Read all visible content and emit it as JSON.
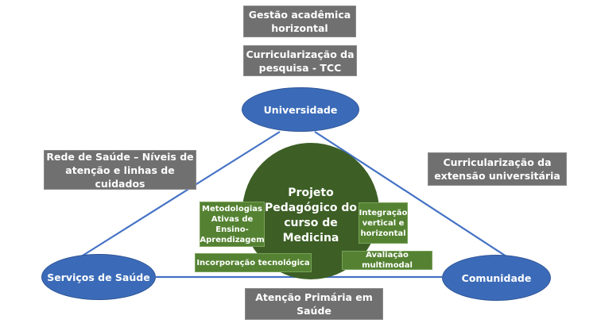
{
  "diagram": {
    "title_boxes": [
      {
        "id": "gestao",
        "lines": [
          "Gestão acadêmica",
          "horizontal"
        ]
      },
      {
        "id": "pesquisa",
        "lines": [
          "Curricularização da",
          "pesquisa - TCC"
        ]
      }
    ],
    "side_boxes": {
      "left": {
        "lines": [
          "Rede de Saúde – Níveis de",
          "atenção e linhas de cuidados"
        ]
      },
      "right": {
        "lines": [
          "Curricularização da",
          "extensão universitária"
        ]
      },
      "bottom": {
        "lines": [
          "Atenção Primária em",
          "Saúde"
        ]
      }
    },
    "nodes": {
      "top": "Universidade",
      "left": "Serviços de Saúde",
      "right": "Comunidade"
    },
    "center": {
      "lines": [
        "Projeto",
        "Pedagógico do",
        "curso de",
        "Medicina"
      ]
    },
    "components": {
      "metodologias": [
        "Metodologias",
        "Ativas de",
        "Ensino-",
        "Aprendizagem"
      ],
      "integracao": [
        "Integração",
        "vertical e",
        "horizontal"
      ],
      "incorporacao": "Incorporação tecnológica",
      "avaliacao": "Avaliação multimodal"
    },
    "colors": {
      "gray_box": "#707070",
      "node_blue": "#3b6bb8",
      "line_blue": "#4472c4",
      "center_green": "#3d5f25",
      "component_green": "#548232"
    }
  }
}
